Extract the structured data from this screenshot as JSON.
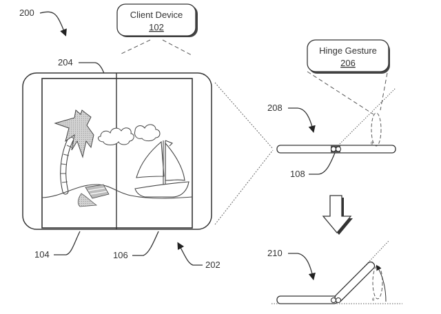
{
  "figure": {
    "reference_labels": {
      "figure": "200",
      "display_left_marker": "204",
      "device_view": "202",
      "left_display": "104",
      "right_display": "106",
      "flat_state": "208",
      "hinge": "108",
      "bent_state": "210"
    },
    "client_device_box": {
      "title": "Client Device",
      "ref": "102"
    },
    "hinge_gesture_box": {
      "title": "Hinge Gesture",
      "ref": "206"
    },
    "illustration": {
      "scene": "palm tree, beach, clouds and sailboat spanning two displays"
    },
    "transition_arrow": "down-arrow-icon",
    "colors": {
      "line": "#333333",
      "fill_gray": "#c8c8c8",
      "background": "#ffffff"
    }
  }
}
